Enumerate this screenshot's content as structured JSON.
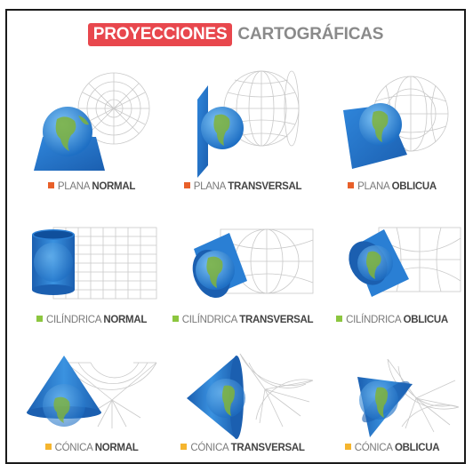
{
  "title": {
    "part1": "PROYECCIONES",
    "part2": "CARTOGRÁFICAS"
  },
  "colors": {
    "accent": "#e8474d",
    "plana": "#e8602a",
    "cilindrica": "#8cc63f",
    "conica": "#f5b52e",
    "surface": "#2a7fd4"
  },
  "cells": [
    {
      "word": "PLANA",
      "bold": "NORMAL",
      "square": "#e8602a"
    },
    {
      "word": "PLANA",
      "bold": "TRANSVERSAL",
      "square": "#e8602a"
    },
    {
      "word": "PLANA",
      "bold": "OBLICUA",
      "square": "#e8602a"
    },
    {
      "word": "CILÍNDRICA",
      "bold": "NORMAL",
      "square": "#8cc63f"
    },
    {
      "word": "CILÍNDRICA",
      "bold": "TRANSVERSAL",
      "square": "#8cc63f"
    },
    {
      "word": "CILÍNDRICA",
      "bold": "OBLICUA",
      "square": "#8cc63f"
    },
    {
      "word": "CÓNICA",
      "bold": "NORMAL",
      "square": "#f5b52e"
    },
    {
      "word": "CÓNICA",
      "bold": "TRANSVERSAL",
      "square": "#f5b52e"
    },
    {
      "word": "CÓNICA",
      "bold": "OBLICUA",
      "square": "#f5b52e"
    }
  ]
}
